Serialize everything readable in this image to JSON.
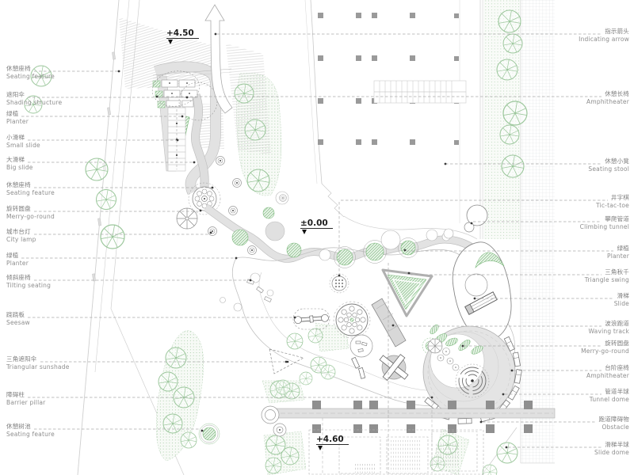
{
  "drawing": {
    "type": "playground landscape site plan",
    "elevation_markers": [
      {
        "value": "+4.50"
      },
      {
        "value": "±0.00"
      },
      {
        "value": "+4.60"
      }
    ]
  },
  "labels_left": [
    {
      "cn": "休憩座椅",
      "en": "Seating feature"
    },
    {
      "cn": "遮阳伞",
      "en": "Shading structure"
    },
    {
      "cn": "绿植",
      "en": "Planter"
    },
    {
      "cn": "小滑梯",
      "en": "Small slide"
    },
    {
      "cn": "大滑梯",
      "en": "Big slide"
    },
    {
      "cn": "休憩座椅",
      "en": "Seating feature"
    },
    {
      "cn": "旋转圆盘",
      "en": "Merry-go-round"
    },
    {
      "cn": "城市台灯",
      "en": "City lamp"
    },
    {
      "cn": "绿植",
      "en": "Planter"
    },
    {
      "cn": "倾斜座椅",
      "en": "Tilting seating"
    },
    {
      "cn": "跷跷板",
      "en": "Seesaw"
    },
    {
      "cn": "三角遮阳伞",
      "en": "Triangular sunshade"
    },
    {
      "cn": "障碍柱",
      "en": "Barrier pillar"
    },
    {
      "cn": "休憩树池",
      "en": "Seating feature"
    }
  ],
  "labels_right": [
    {
      "cn": "指示箭头",
      "en": "Indicating arrow"
    },
    {
      "cn": "休憩长椅",
      "en": "Amphitheater"
    },
    {
      "cn": "休憩小凳",
      "en": "Seating stool"
    },
    {
      "cn": "井字棋",
      "en": "Tic-tac-toe"
    },
    {
      "cn": "攀爬管道",
      "en": "Climbing tunnel"
    },
    {
      "cn": "绿植",
      "en": "Planter"
    },
    {
      "cn": "三角秋千",
      "en": "Triangle swing"
    },
    {
      "cn": "滑梯",
      "en": "Slide"
    },
    {
      "cn": "波浪跑道",
      "en": "Waving track"
    },
    {
      "cn": "旋转圆盘",
      "en": "Merry-go-round"
    },
    {
      "cn": "台阶座椅",
      "en": "Amphitheater"
    },
    {
      "cn": "管道半球",
      "en": "Tunnel dome"
    },
    {
      "cn": "跑道障碍物",
      "en": "Obstacle"
    },
    {
      "cn": "滑梯半球",
      "en": "Slide dome"
    }
  ],
  "colors": {
    "tree_green": "#9cc79c",
    "planter_hatch_green": "#86bd86",
    "path_gray": "#e0e0e0",
    "column_gray": "#8f8f8f",
    "leader_gray": "#ababab",
    "marker_black": "#1c1c1c"
  }
}
